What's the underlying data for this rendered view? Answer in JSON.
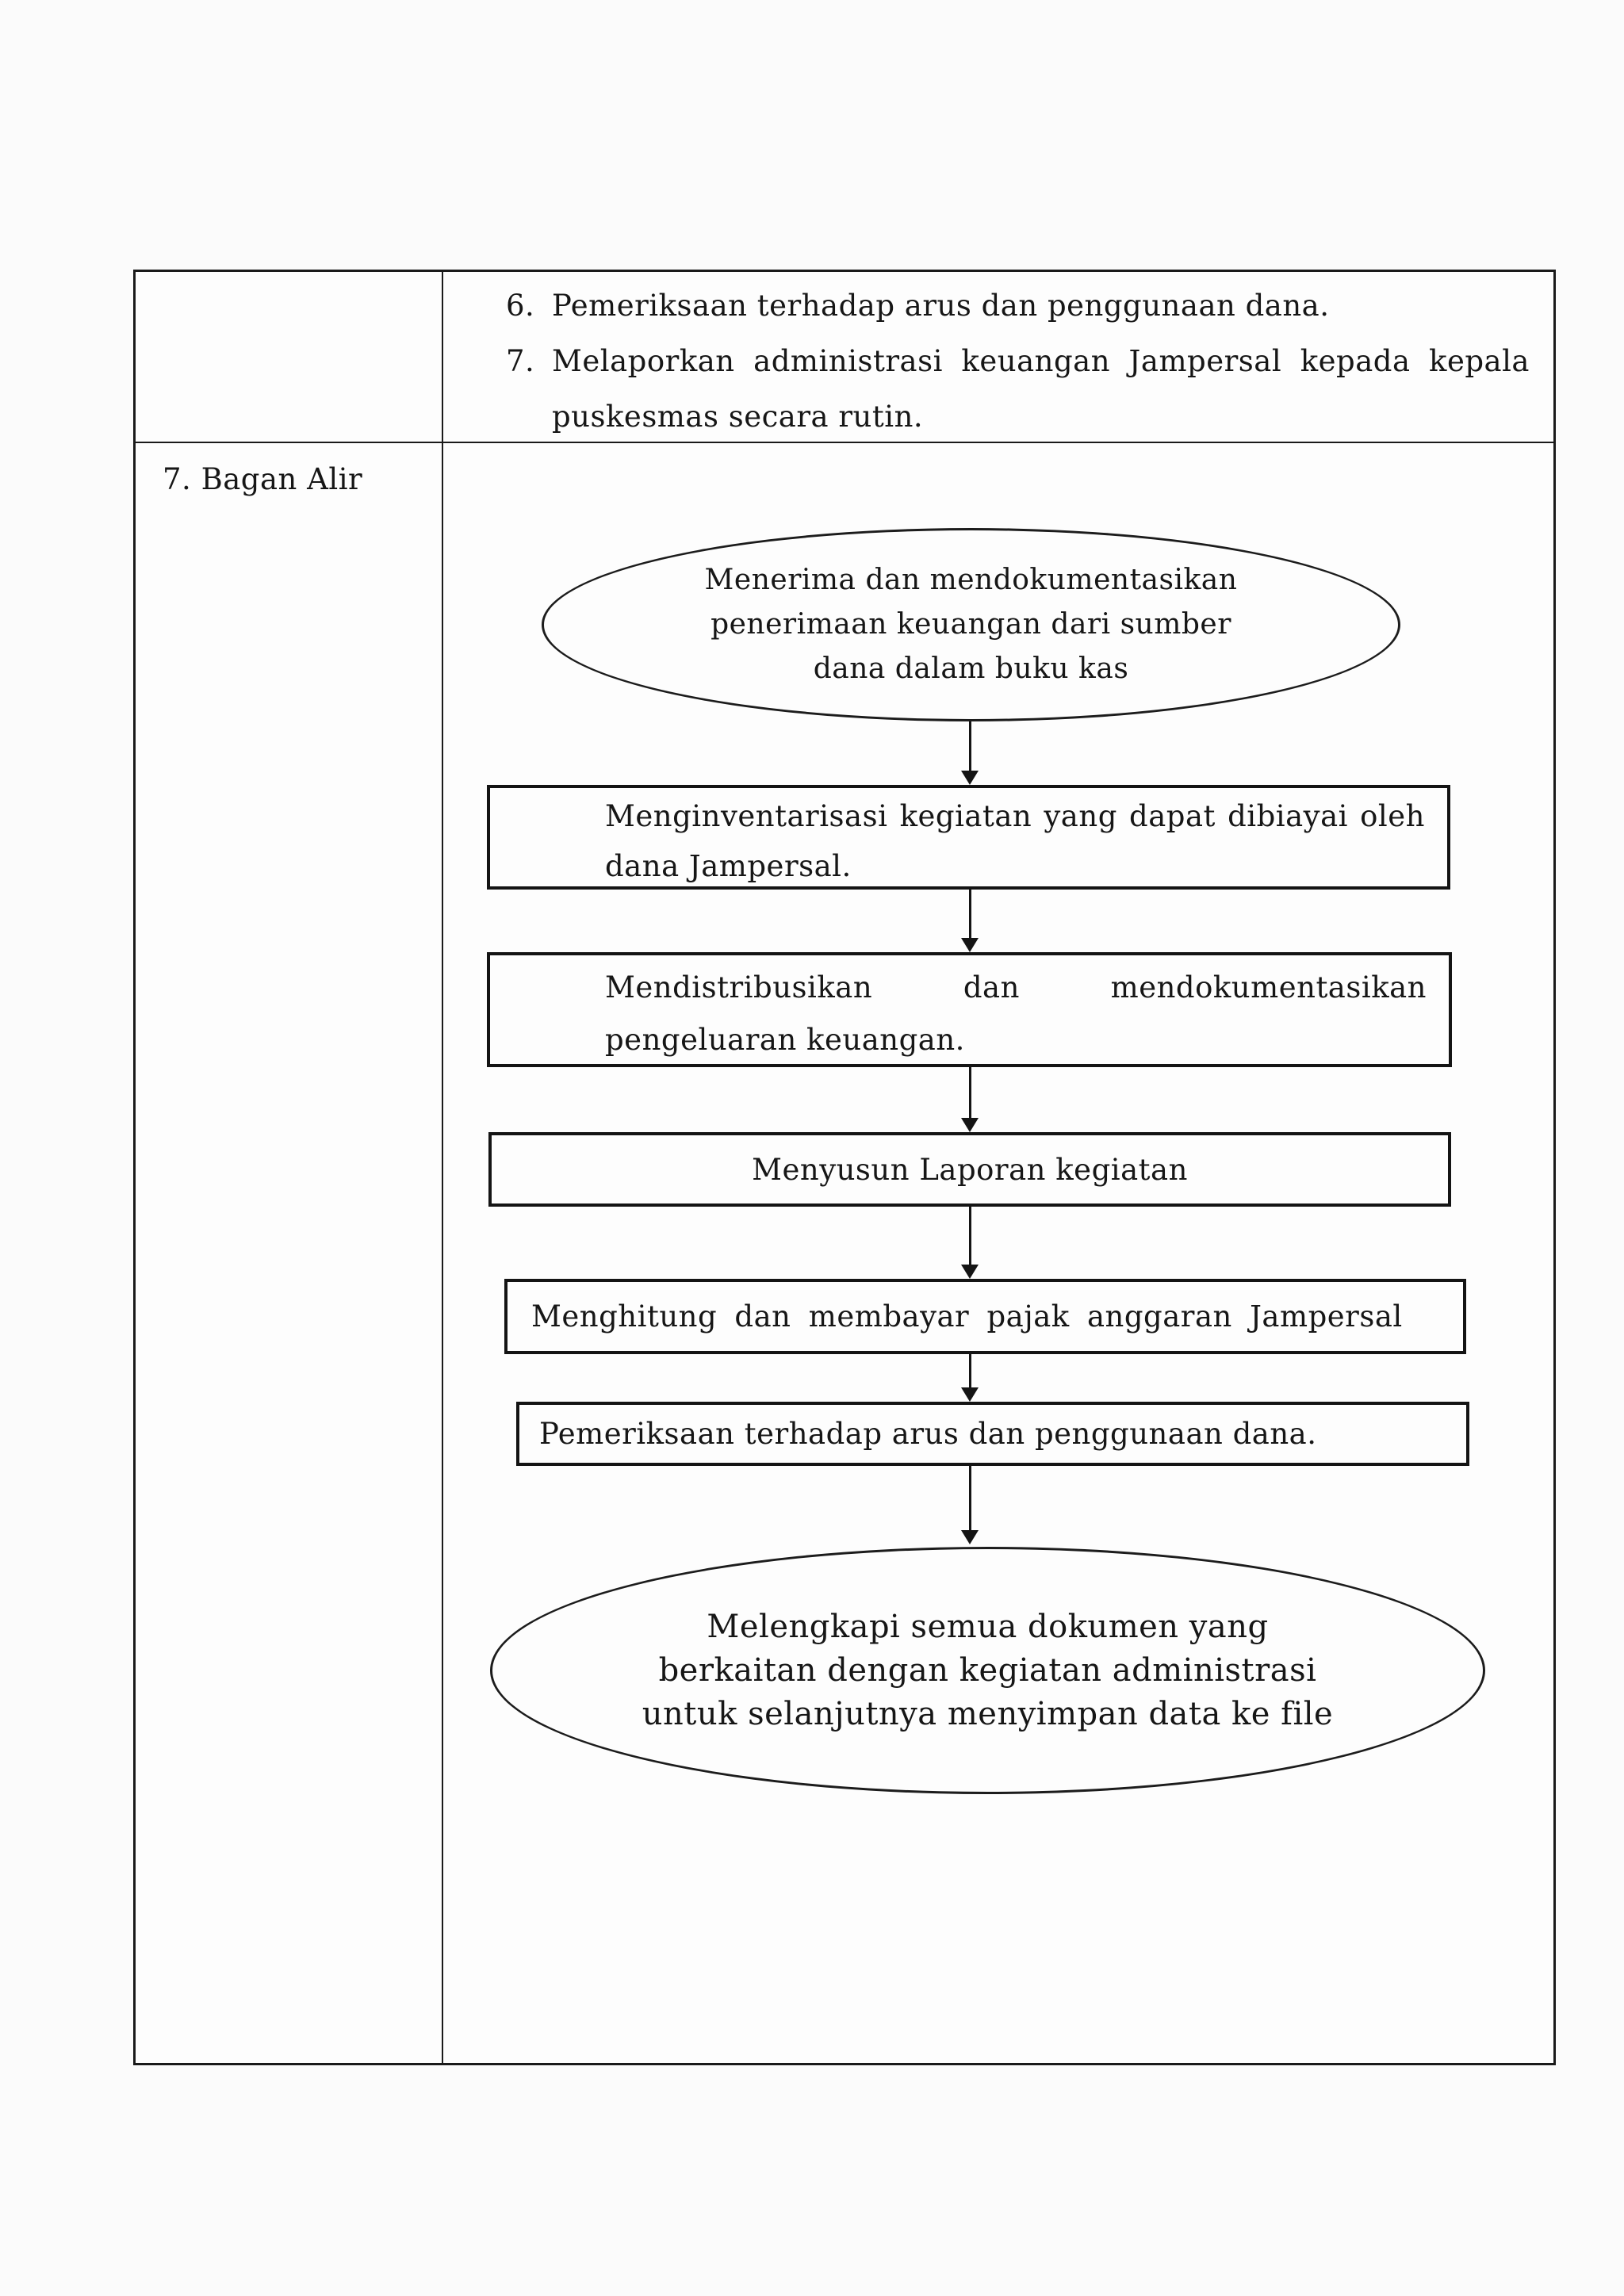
{
  "list_row": {
    "items": [
      {
        "number": "6.",
        "line1": "Pemeriksaan terhadap arus dan penggunaan dana."
      },
      {
        "number": "7.",
        "line1": "Melaporkan administrasi keuangan Jampersal kepada kepala",
        "line2": "puskesmas secara rutin."
      }
    ]
  },
  "label_cell": {
    "label": "7. Bagan Alir"
  },
  "flowchart": {
    "start_ellipse": {
      "line1": "Menerima dan mendokumentasikan",
      "line2": "penerimaan keuangan dari sumber",
      "line3": "dana dalam buku kas"
    },
    "step1": {
      "line1": "Menginventarisasi kegiatan yang dapat dibiayai oleh",
      "line2": "dana Jampersal."
    },
    "step2": {
      "line1": "Mendistribusikan dan mendokumentasikan",
      "line2": "pengeluaran keuangan."
    },
    "step3": {
      "label": "Menyusun Laporan kegiatan"
    },
    "step4": {
      "label": "Menghitung dan membayar pajak anggaran Jampersal"
    },
    "step5": {
      "label": "Pemeriksaan terhadap arus dan penggunaan dana."
    },
    "end_ellipse": {
      "line1": "Melengkapi semua dokumen yang",
      "line2": "berkaitan dengan kegiatan administrasi",
      "line3": "untuk selanjutnya menyimpan data ke file"
    }
  }
}
